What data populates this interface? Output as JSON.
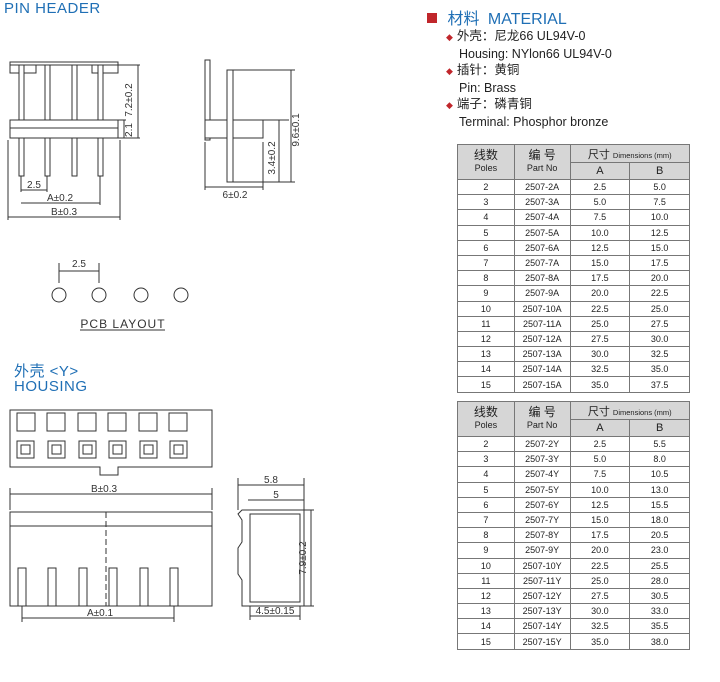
{
  "pin_header": {
    "title": "PIN HEADER",
    "dims": {
      "h_7_2": "7.2±0.2",
      "h_2_1": "2.1",
      "pitch": "2.5",
      "a": "A±0.2",
      "b": "B±0.3",
      "side_9_6": "9.6±0.1",
      "side_3_4": "3.4±0.2",
      "side_6": "6±0.2"
    }
  },
  "pcb_layout": {
    "pitch": "2.5",
    "label": "PCB LAYOUT"
  },
  "housing": {
    "title_cn": "外壳 <Y>",
    "title_en": "HOUSING",
    "dims": {
      "b": "B±0.3",
      "a": "A±0.1",
      "h_7_9": "7.9±0.2",
      "w_5_8": "5.8",
      "w_5": "5",
      "w_4_5": "4.5±0.15"
    }
  },
  "material": {
    "title_cn": "材料",
    "title_en": "MATERIAL",
    "lines": [
      {
        "bullet": true,
        "text": "外壳：尼龙66    UL94V-0"
      },
      {
        "bullet": false,
        "text": "Housing: NYlon66  UL94V-0"
      },
      {
        "bullet": true,
        "text": "插针：黄铜"
      },
      {
        "bullet": false,
        "text": "Pin: Brass"
      },
      {
        "bullet": true,
        "text": "端子：磷青铜"
      },
      {
        "bullet": false,
        "text": "Terminal: Phosphor bronze"
      }
    ]
  },
  "table_headers": {
    "poles_cn": "线数",
    "poles_en": "Poles",
    "part_cn": "编 号",
    "part_en": "Part No",
    "dim_cn": "尺寸",
    "dim_en": "Dimensions (mm)",
    "col_a": "A",
    "col_b": "B"
  },
  "table_a": [
    [
      "2",
      "2507-2A",
      "2.5",
      "5.0"
    ],
    [
      "3",
      "2507-3A",
      "5.0",
      "7.5"
    ],
    [
      "4",
      "2507-4A",
      "7.5",
      "10.0"
    ],
    [
      "5",
      "2507-5A",
      "10.0",
      "12.5"
    ],
    [
      "6",
      "2507-6A",
      "12.5",
      "15.0"
    ],
    [
      "7",
      "2507-7A",
      "15.0",
      "17.5"
    ],
    [
      "8",
      "2507-8A",
      "17.5",
      "20.0"
    ],
    [
      "9",
      "2507-9A",
      "20.0",
      "22.5"
    ],
    [
      "10",
      "2507-10A",
      "22.5",
      "25.0"
    ],
    [
      "11",
      "2507-11A",
      "25.0",
      "27.5"
    ],
    [
      "12",
      "2507-12A",
      "27.5",
      "30.0"
    ],
    [
      "13",
      "2507-13A",
      "30.0",
      "32.5"
    ],
    [
      "14",
      "2507-14A",
      "32.5",
      "35.0"
    ],
    [
      "15",
      "2507-15A",
      "35.0",
      "37.5"
    ]
  ],
  "table_y": [
    [
      "2",
      "2507-2Y",
      "2.5",
      "5.5"
    ],
    [
      "3",
      "2507-3Y",
      "5.0",
      "8.0"
    ],
    [
      "4",
      "2507-4Y",
      "7.5",
      "10.5"
    ],
    [
      "5",
      "2507-5Y",
      "10.0",
      "13.0"
    ],
    [
      "6",
      "2507-6Y",
      "12.5",
      "15.5"
    ],
    [
      "7",
      "2507-7Y",
      "15.0",
      "18.0"
    ],
    [
      "8",
      "2507-8Y",
      "17.5",
      "20.5"
    ],
    [
      "9",
      "2507-9Y",
      "20.0",
      "23.0"
    ],
    [
      "10",
      "2507-10Y",
      "22.5",
      "25.5"
    ],
    [
      "11",
      "2507-11Y",
      "25.0",
      "28.0"
    ],
    [
      "12",
      "2507-12Y",
      "27.5",
      "30.5"
    ],
    [
      "13",
      "2507-13Y",
      "30.0",
      "33.0"
    ],
    [
      "14",
      "2507-14Y",
      "32.5",
      "35.5"
    ],
    [
      "15",
      "2507-15Y",
      "35.0",
      "38.0"
    ]
  ],
  "colors": {
    "title_blue": "#1f6fb5",
    "bullet_red": "#c0262b",
    "header_gray": "#d6d6d6"
  }
}
